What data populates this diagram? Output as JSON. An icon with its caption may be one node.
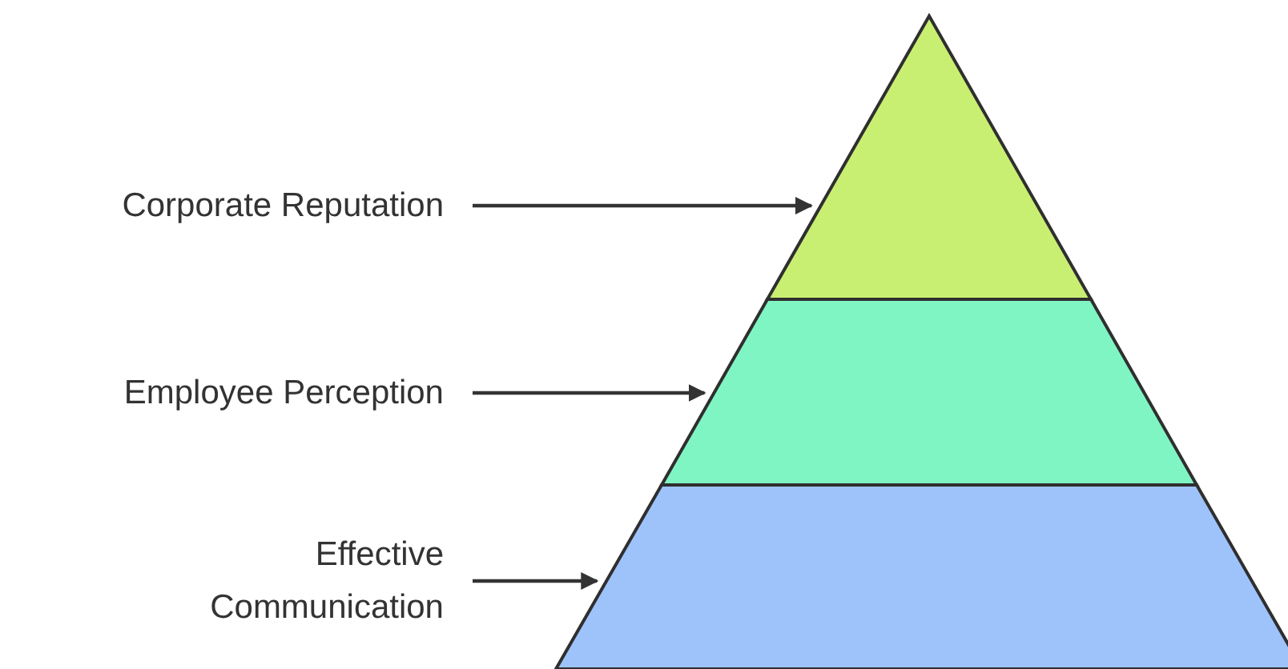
{
  "diagram": {
    "nodes": [
      {
        "text": [
          "Corporate Reputation"
        ]
      },
      {
        "text": [],
        "shape": "triangle"
      },
      {
        "text": [
          "Employee Perception"
        ]
      },
      {
        "text": [],
        "shape": "trapezoid"
      },
      {
        "text": [
          "Effective Communication"
        ]
      },
      {
        "text": [],
        "shape": "trapezoid"
      }
    ],
    "edges": [
      {
        "from": 0,
        "to": 1,
        "arrow": "to"
      },
      {
        "from": 2,
        "to": 3,
        "arrow": "to"
      },
      {
        "from": 4,
        "to": 5,
        "arrow": "to"
      }
    ]
  }
}
